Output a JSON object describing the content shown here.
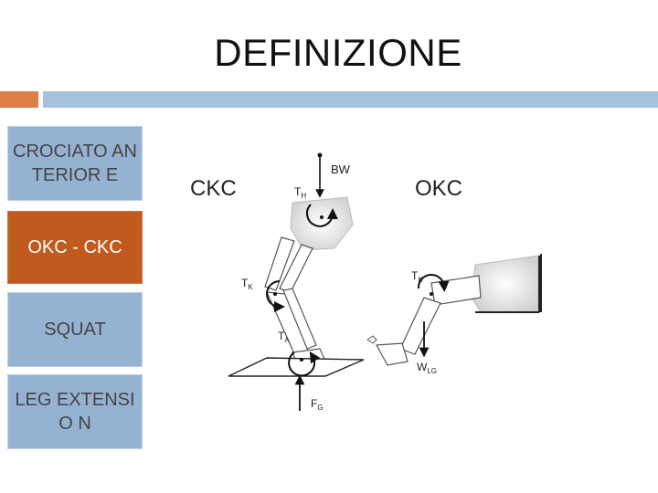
{
  "slide": {
    "title": "DEFINIZIONE"
  },
  "nav": {
    "items": [
      {
        "label": "CROCIATO ANTERIOR E",
        "active": false
      },
      {
        "label": "OKC - CKC",
        "active": true
      },
      {
        "label": "SQUAT",
        "active": false
      },
      {
        "label": "LEG EXTENSIO N",
        "active": false
      }
    ]
  },
  "figure": {
    "ckc_label": "CKC",
    "okc_label": "OKC",
    "bw": "BW",
    "th_main": "T",
    "th_sub": "H",
    "tk_main": "T",
    "tk_sub": "K",
    "ta_main": "T",
    "ta_sub": "A",
    "fg_main": "F",
    "fg_sub": "G",
    "tk2_main": "T",
    "tk2_sub": "K",
    "wlg_main": "W",
    "wlg_sub": "LG"
  },
  "colors": {
    "accent_orange": "#dd8047",
    "accent_blue": "#a7c0de",
    "nav_blue": "#95b2d2",
    "nav_active": "#c05a1d"
  }
}
